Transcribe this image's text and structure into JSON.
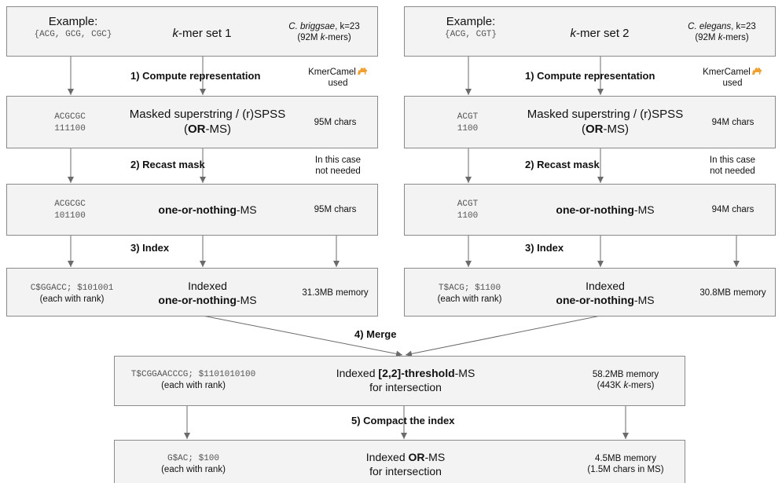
{
  "col1": {
    "top": {
      "example_label": "Example:",
      "example_set": "{ACG, GCG, CGC}",
      "title_k": "k",
      "title_rest": "-mer set 1",
      "species": "C. briggsae",
      "k_param": ", k=23",
      "count_pre": "(92M ",
      "count_k": "k",
      "count_post": "-mers)"
    },
    "step1": "1) Compute representation",
    "tool_name": "KmerCamel",
    "tool_used": "used",
    "ms": {
      "seq": "ACGCGC",
      "mask": "111100",
      "title_line1": "Masked superstring / (r)SPSS",
      "title_open": "(",
      "title_bold": "OR",
      "title_close": "-MS)",
      "stat": "95M chars"
    },
    "step2": "2) Recast mask",
    "note_line1": "In this case",
    "note_line2": "not needed",
    "oon": {
      "seq": "ACGCGC",
      "mask": "101100",
      "title_bold": "one-or-nothing",
      "title_rest": "-MS",
      "stat": "95M chars"
    },
    "step3": "3) Index",
    "idx": {
      "bwt": "C$GGACC; $101001",
      "rank": "(each with rank)",
      "title_line1": "Indexed",
      "title_bold": "one-or-nothing",
      "title_rest": "-MS",
      "stat": "31.3MB memory"
    }
  },
  "col2": {
    "top": {
      "example_label": "Example:",
      "example_set": "{ACG, CGT}",
      "title_k": "k",
      "title_rest": "-mer set 2",
      "species": "C. elegans",
      "k_param": ", k=23",
      "count_pre": "(92M ",
      "count_k": "k",
      "count_post": "-mers)"
    },
    "step1": "1) Compute representation",
    "tool_name": "KmerCamel",
    "tool_used": "used",
    "ms": {
      "seq": "ACGT",
      "mask": "1100",
      "title_line1": "Masked superstring / (r)SPSS",
      "title_open": "(",
      "title_bold": "OR",
      "title_close": "-MS)",
      "stat": "94M chars"
    },
    "step2": "2) Recast mask",
    "note_line1": "In this case",
    "note_line2": "not needed",
    "oon": {
      "seq": "ACGT",
      "mask": "1100",
      "title_bold": "one-or-nothing",
      "title_rest": "-MS",
      "stat": "94M chars"
    },
    "step3": "3) Index",
    "idx": {
      "bwt": "T$ACG; $1100",
      "rank": "(each with rank)",
      "title_line1": "Indexed",
      "title_bold": "one-or-nothing",
      "title_rest": "-MS",
      "stat": "30.8MB memory"
    }
  },
  "merge": {
    "step4": "4) Merge",
    "bwt": "T$CGGAACCCG; $1101010100",
    "rank": "(each with rank)",
    "title_pre": "Indexed ",
    "title_bold": "[2,2]-threshold",
    "title_post": "-MS",
    "title_line2": "for intersection",
    "stat_line1": "58.2MB memory",
    "stat_pre": "(443K ",
    "stat_k": "k",
    "stat_post": "-mers)"
  },
  "compact": {
    "step5": "5) Compact the index",
    "bwt": "G$AC; $100",
    "rank": "(each with rank)",
    "title_pre": "Indexed ",
    "title_bold": "OR",
    "title_post": "-MS",
    "title_line2": "for intersection",
    "stat_line1": "4.5MB memory",
    "stat_line2": "(1.5M chars in MS)"
  },
  "colors": {
    "box_fill": "#f3f3f3",
    "box_border": "#8a8a8a",
    "arrow": "#6b6b6b",
    "camel": "#f0a030"
  }
}
